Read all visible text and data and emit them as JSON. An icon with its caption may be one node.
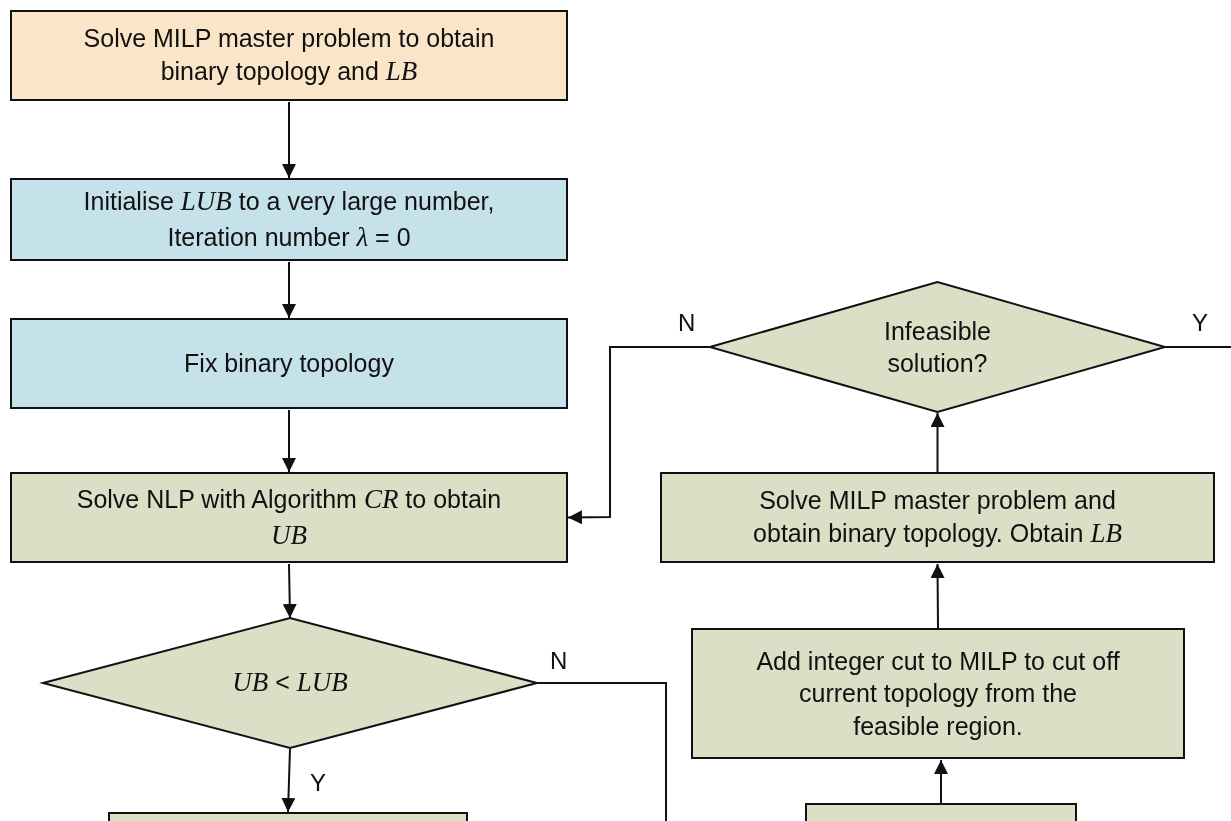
{
  "diagram": {
    "nodes": [
      {
        "text": [
          "Solve MILP master problem to obtain binary topology and *LB*"
        ]
      },
      {
        "text": [
          "Initialise *LUB* to a very large number, Iteration number *λ* = 0"
        ]
      },
      {
        "text": [
          "Fix binary topology"
        ]
      },
      {
        "text": [
          "Solve NLP with Algorithm *CR* to obtain *UB*"
        ]
      },
      {
        "text": [
          "*UB* < *LUB*"
        ]
      },
      {
        "text": [],
        "shape": "box"
      },
      {
        "text": [
          "Infeasible solution?"
        ]
      },
      {
        "text": [
          "Solve MILP master problem and obtain binary topology. Obtain *LB*"
        ]
      },
      {
        "text": [
          "Add integer cut to MILP to cut off current topology from the feasible region."
        ]
      },
      {
        "text": [],
        "shape": "box"
      }
    ],
    "edges": [
      {
        "from": 0,
        "to": 1,
        "arrow": "to"
      },
      {
        "from": 1,
        "to": 2,
        "arrow": "to"
      },
      {
        "from": 2,
        "to": 3,
        "arrow": "to"
      },
      {
        "from": 3,
        "to": 4,
        "arrow": "to"
      },
      {
        "from": 4,
        "to": 5,
        "arrow": "to",
        "label": "Y"
      },
      {
        "from": 4,
        "to": null,
        "arrow": "none",
        "label": "N"
      },
      {
        "from": 6,
        "to": 3,
        "arrow": "to",
        "label": "N"
      },
      {
        "from": 6,
        "to": null,
        "arrow": "none",
        "label": "Y"
      },
      {
        "from": 7,
        "to": 6,
        "arrow": "to"
      },
      {
        "from": 8,
        "to": 7,
        "arrow": "to"
      },
      {
        "from": 9,
        "to": 8,
        "arrow": "to"
      }
    ]
  }
}
